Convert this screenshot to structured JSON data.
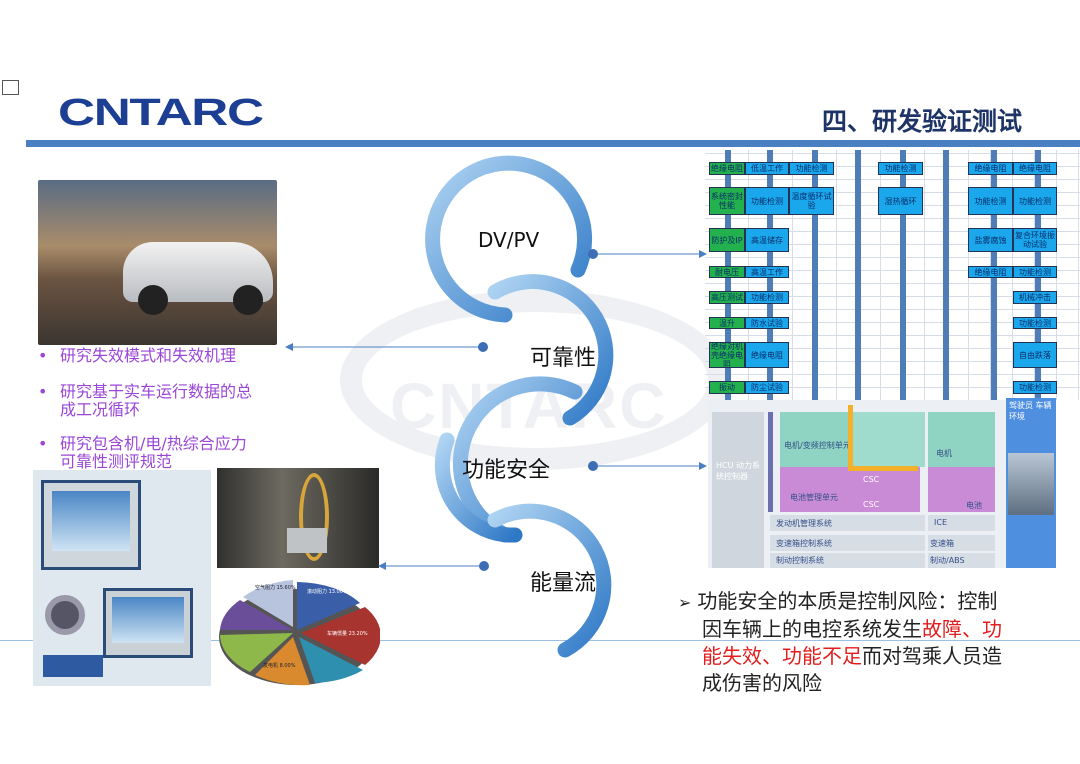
{
  "header": {
    "logo": "CNTARC",
    "title": "四、研发验证测试"
  },
  "watermark": "CNTARC",
  "cycle": [
    {
      "label": "DV/PV"
    },
    {
      "label": "可靠性"
    },
    {
      "label": "功能安全"
    },
    {
      "label": "能量流"
    }
  ],
  "bullets": [
    {
      "marker": "•",
      "text": "研究失效模式和失效机理"
    },
    {
      "marker": "•",
      "line1": "研究基于实车运行数据的总",
      "line2": "成工况循环"
    },
    {
      "marker": "•",
      "line1": "研究包含机/电/热综合应力",
      "line2": "可靠性测评规范"
    }
  ],
  "flowchart": {
    "col1": [
      "绝缘电阻",
      "系统密封性能",
      "防护及IP",
      "耐电压",
      "高压测试",
      "温升",
      "绝缘对机壳绝缘电阻",
      "振动"
    ],
    "col2": [
      "低温工作",
      "功能检测",
      "高温储存",
      "高温工作",
      "功能检测",
      "防水试验",
      "绝缘电阻",
      "防尘试验"
    ],
    "col3": [
      "功能检测",
      "温度循环试验"
    ],
    "col5": [
      "功能检测",
      "湿热循环"
    ],
    "col7": [
      "绝缘电阻",
      "功能检测",
      "盐雾腐蚀",
      "绝缘电阻"
    ],
    "col8": [
      "绝缘电阻",
      "功能检测",
      "复合环境振动试验",
      "功能检测",
      "机械冲击",
      "功能检测",
      "自由跌落",
      "功能检测"
    ]
  },
  "system_diagram": {
    "hcu": "HCU 动力系统控制器",
    "motor_ctrl": "电机/变频控制单元",
    "bms": "电池管理单元",
    "csc": "CSC",
    "motor": "电机",
    "battery": "电池",
    "ems": "发动机管理系统",
    "tcu": "变速箱控制系统",
    "brake": "制动控制系统",
    "ice": "ICE",
    "gearbox": "变速箱",
    "abs": "制动/ABS",
    "env": "驾驶员 车辆 环境"
  },
  "pie_labels": [
    "空气阻力 15.60%",
    "滚动阻力 13.00%",
    "车辆惯量 23.20%",
    "发电机 8.00%"
  ],
  "statement": {
    "arrow": "➢",
    "l1": "功能安全的本质是控制风险：控制",
    "l2a": "因车辆上的电控系统发生",
    "l2b": "故障、功",
    "l3a": "能失效、功能不足",
    "l3b": "而对驾乘人员造",
    "l4": "成伤害的风险"
  }
}
